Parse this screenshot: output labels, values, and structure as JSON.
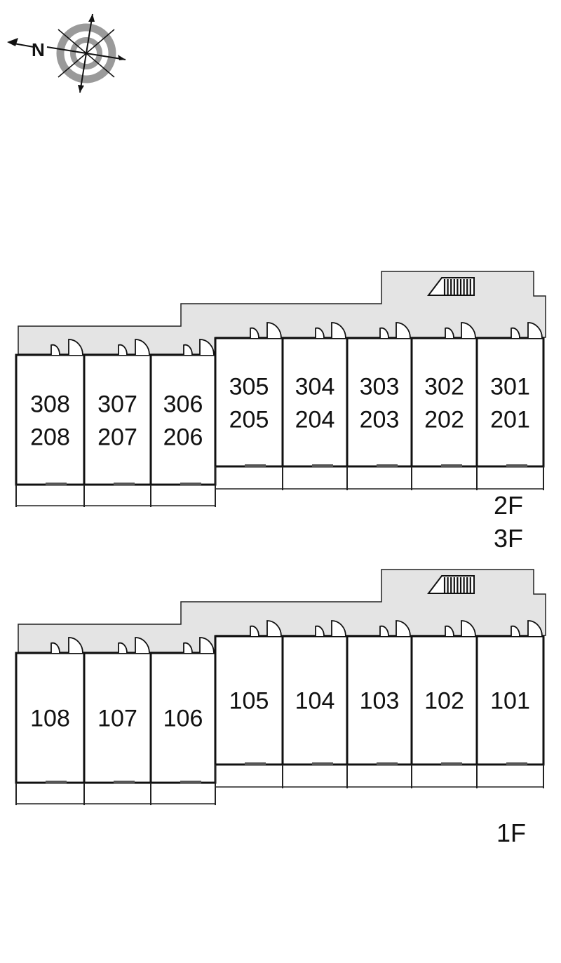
{
  "compass": {
    "north_label": "N",
    "icon": "compass-rose-icon"
  },
  "colors": {
    "corridor": "#e4e4e4",
    "wall": "#111111",
    "line": "#222222",
    "background": "#ffffff"
  },
  "upper_plan": {
    "floor_labels": [
      "2F",
      "3F"
    ],
    "rooms": [
      {
        "labels": [
          "308",
          "208"
        ]
      },
      {
        "labels": [
          "307",
          "207"
        ]
      },
      {
        "labels": [
          "306",
          "206"
        ]
      },
      {
        "labels": [
          "305",
          "205"
        ]
      },
      {
        "labels": [
          "304",
          "204"
        ]
      },
      {
        "labels": [
          "303",
          "203"
        ]
      },
      {
        "labels": [
          "302",
          "202"
        ]
      },
      {
        "labels": [
          "301",
          "201"
        ]
      }
    ]
  },
  "lower_plan": {
    "floor_labels": [
      "1F"
    ],
    "rooms": [
      {
        "labels": [
          "108"
        ]
      },
      {
        "labels": [
          "107"
        ]
      },
      {
        "labels": [
          "106"
        ]
      },
      {
        "labels": [
          "105"
        ]
      },
      {
        "labels": [
          "104"
        ]
      },
      {
        "labels": [
          "103"
        ]
      },
      {
        "labels": [
          "102"
        ]
      },
      {
        "labels": [
          "101"
        ]
      }
    ]
  }
}
